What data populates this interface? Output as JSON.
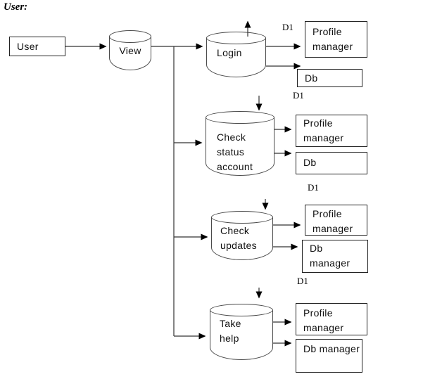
{
  "title": "User:",
  "colors": {
    "background": "#ffffff",
    "box_border": "#222222",
    "cylinder_border": "#4a4a4a",
    "connector": "#333333",
    "arrowhead": "#000000",
    "text": "#111111"
  },
  "diagram": {
    "user": "User",
    "view": "View",
    "sections": [
      {
        "process": "Login",
        "d1": "D1",
        "profile": "Profile manager",
        "db": "Db"
      },
      {
        "process": "Check status account",
        "d1": "D1",
        "profile": "Profile manager",
        "db": "Db"
      },
      {
        "process": "Check updates",
        "d1": "D1",
        "profile": "Profile manager",
        "db": "Db manager"
      },
      {
        "process": "Take help",
        "d1": "D1",
        "profile": "Profile manager",
        "db": "Db manager"
      }
    ]
  }
}
